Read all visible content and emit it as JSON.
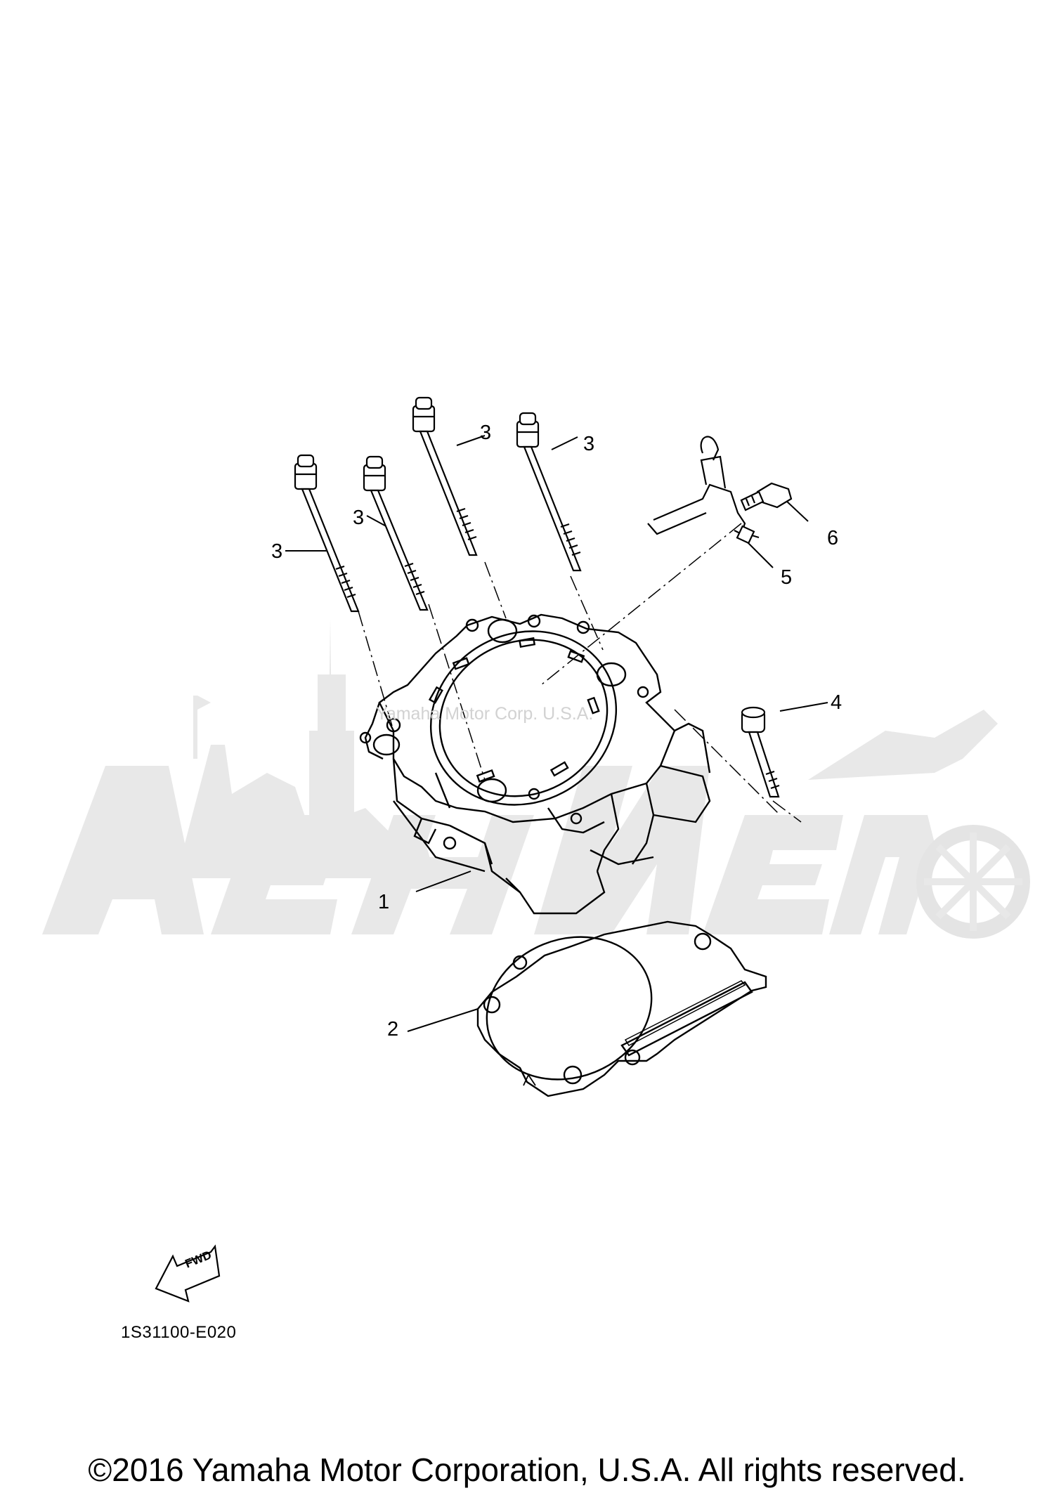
{
  "diagram": {
    "callouts": [
      {
        "id": "cylinder",
        "label": "1"
      },
      {
        "id": "gasket",
        "label": "2"
      },
      {
        "id": "stud-bolt-a",
        "label": "3"
      },
      {
        "id": "stud-bolt-b",
        "label": "3"
      },
      {
        "id": "stud-bolt-c",
        "label": "3"
      },
      {
        "id": "stud-bolt-d",
        "label": "3"
      },
      {
        "id": "bolt",
        "label": "4"
      },
      {
        "id": "guide",
        "label": "5"
      },
      {
        "id": "screw",
        "label": "6"
      }
    ],
    "fwd_label": "FWD",
    "drawing_code": "1S31100-E020",
    "watermark_text": "Yamaha Motor Corp. U.S.A.",
    "copyright": "©2016 Yamaha Motor Corporation, U.S.A. All rights reserved."
  },
  "colors": {
    "line": "#000000",
    "watermark": "#e6e6e6",
    "background": "#ffffff"
  }
}
